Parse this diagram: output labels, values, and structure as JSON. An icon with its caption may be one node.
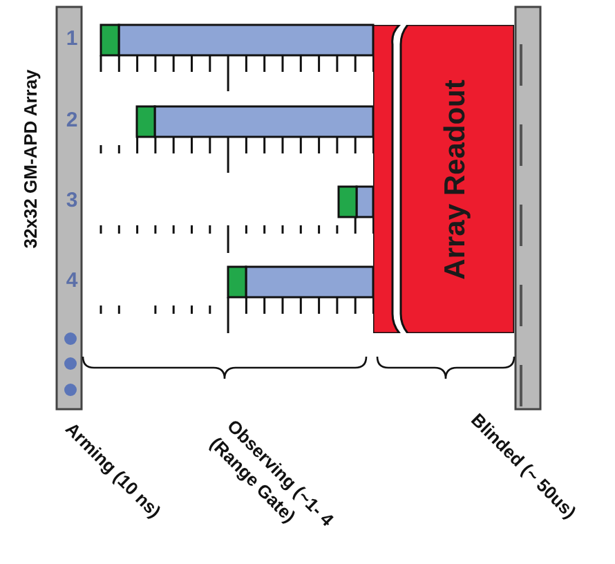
{
  "diagram": {
    "nodes": [
      {
        "text": [
          "Array Readout"
        ]
      }
    ],
    "labels": [
      "32x32 GM-APD Array",
      "1",
      "2",
      "3",
      "4",
      "Arming (10 ns)",
      "Observing (~1- 4",
      "(Range Gate)",
      "Blinded (~ 50us)"
    ]
  }
}
